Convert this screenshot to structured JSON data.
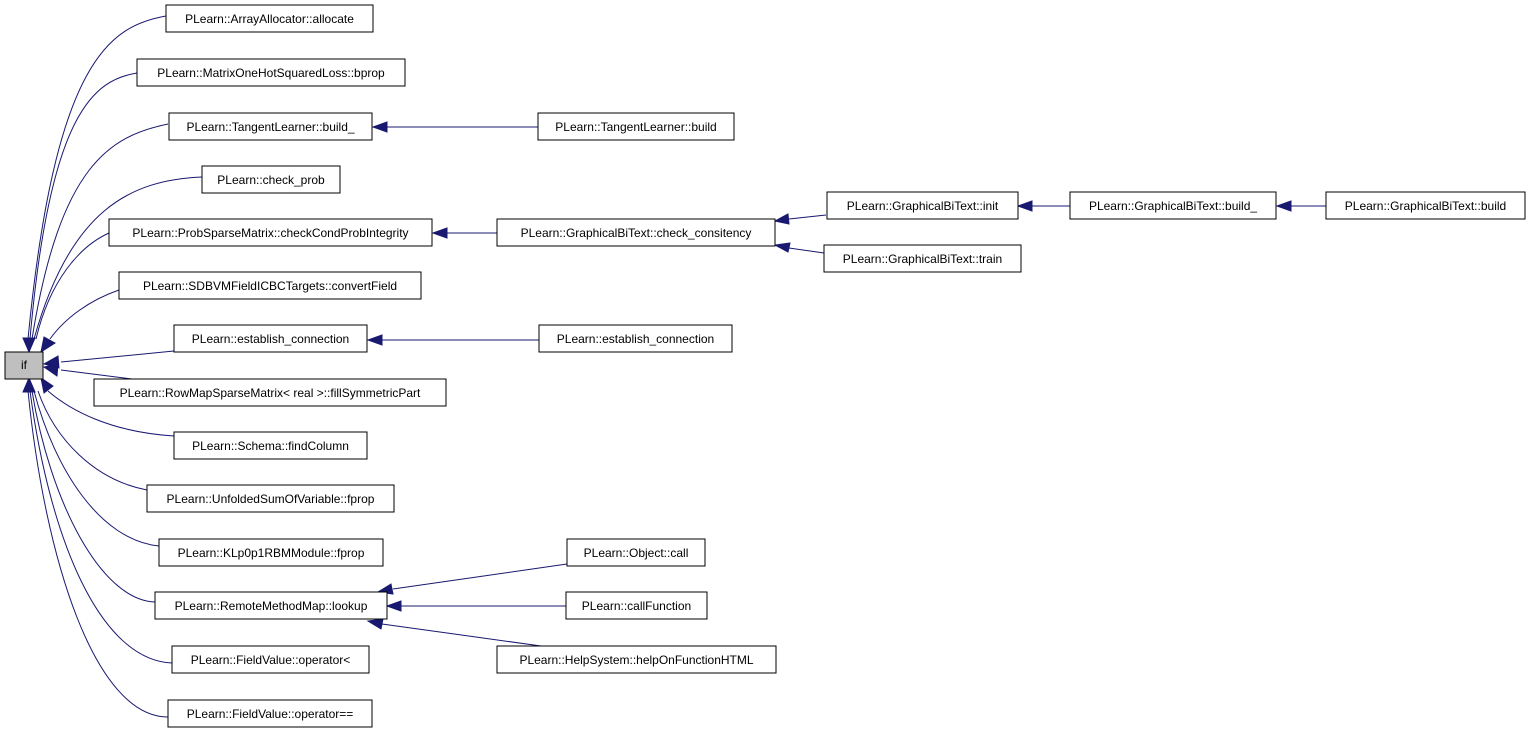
{
  "colors": {
    "edge": "#191970",
    "root_fill": "#bfbfbf",
    "node_fill": "#ffffff",
    "border": "#000000"
  },
  "nodes": {
    "root": "if",
    "allocate": "PLearn::ArrayAllocator::allocate",
    "bprop": "PLearn::MatrixOneHotSquaredLoss::bprop",
    "tangent_build_": "PLearn::TangentLearner::build_",
    "tangent_build": "PLearn::TangentLearner::build",
    "check_prob": "PLearn::check_prob",
    "checkcond": "PLearn::ProbSparseMatrix::checkCondProbIntegrity",
    "check_consitency": "PLearn::GraphicalBiText::check_consitency",
    "gbt_init": "PLearn::GraphicalBiText::init",
    "gbt_build_": "PLearn::GraphicalBiText::build_",
    "gbt_build": "PLearn::GraphicalBiText::build",
    "gbt_train": "PLearn::GraphicalBiText::train",
    "convertfield": "PLearn::SDBVMFieldICBCTargets::convertField",
    "establish1": "PLearn::establish_connection",
    "establish2": "PLearn::establish_connection",
    "fillsym": "PLearn::RowMapSparseMatrix< real >::fillSymmetricPart",
    "findcolumn": "PLearn::Schema::findColumn",
    "unfolded_fprop": "PLearn::UnfoldedSumOfVariable::fprop",
    "klp_fprop": "PLearn::KLp0p1RBMModule::fprop",
    "lookup": "PLearn::RemoteMethodMap::lookup",
    "object_call": "PLearn::Object::call",
    "callfunction": "PLearn::callFunction",
    "helponfunction": "PLearn::HelpSystem::helpOnFunctionHTML",
    "op_lt": "PLearn::FieldValue::operator<",
    "op_eq": "PLearn::FieldValue::operator=="
  }
}
